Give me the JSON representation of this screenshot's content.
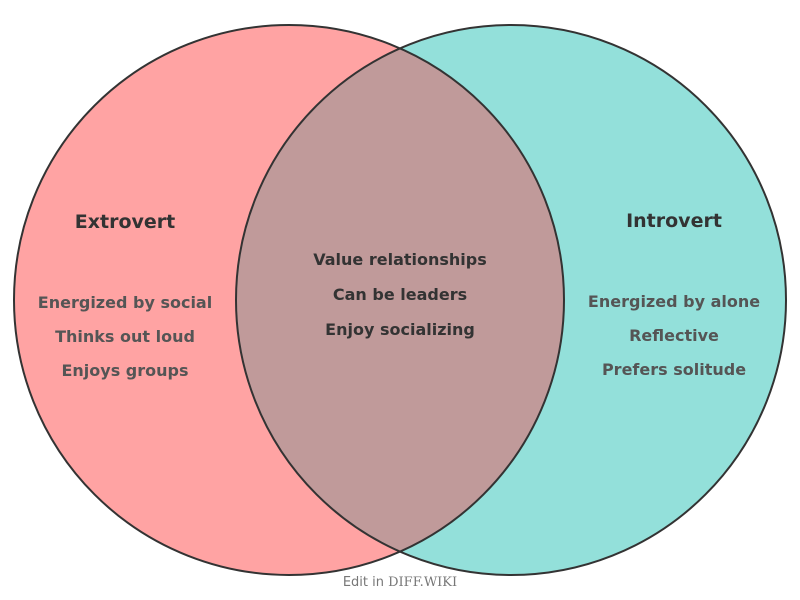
{
  "colors": {
    "left_fill": "#ffa3a3",
    "right_fill": "#93e0da",
    "overlap_fill": "#c09a9a",
    "stroke": "#333333"
  },
  "left": {
    "title": "Extrovert",
    "items": [
      "Energized by social",
      "Thinks out loud",
      "Enjoys groups"
    ]
  },
  "right": {
    "title": "Introvert",
    "items": [
      "Energized by alone",
      "Reflective",
      "Prefers solitude"
    ]
  },
  "overlap": {
    "items": [
      "Value relationships",
      "Can be leaders",
      "Enjoy socializing"
    ]
  },
  "footer": {
    "prefix": "Edit in ",
    "brand": "DIFF.WIKI"
  }
}
